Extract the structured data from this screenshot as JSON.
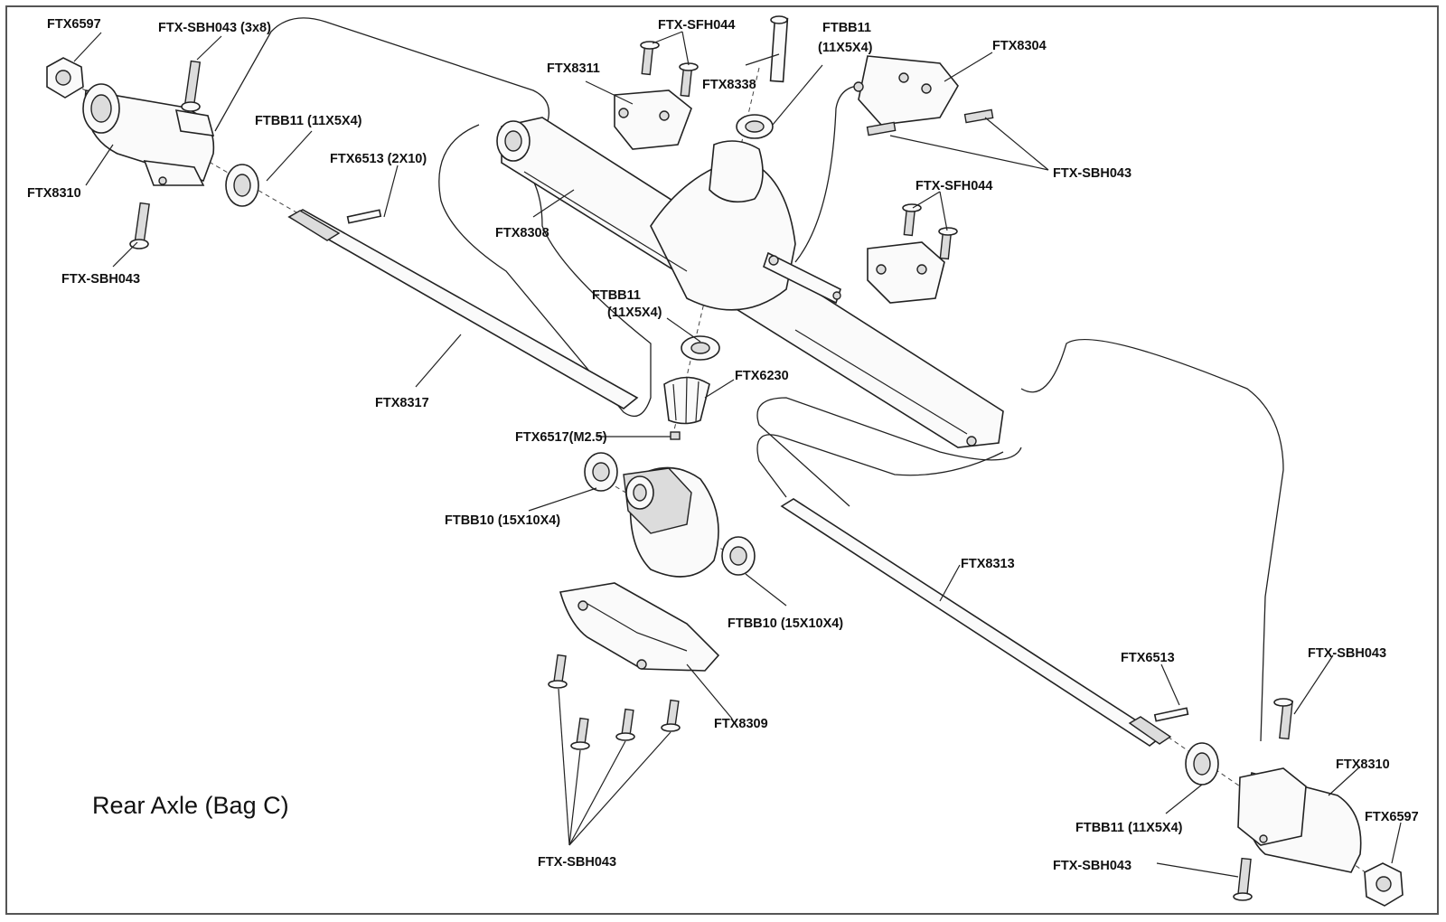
{
  "title": "Rear Axle (Bag C)",
  "colors": {
    "line": "#222222",
    "background": "#ffffff"
  },
  "labels": {
    "ftx6597_top": "FTX6597",
    "ftx_sbh043_3x8": "FTX-SBH043 (3x8)",
    "ftx8310_top": "FTX8310",
    "ftx_sbh043_left": "FTX-SBH043",
    "ftbb11_left": "FTBB11 (11X5X4)",
    "ftx6513_2x10": "FTX6513 (2X10)",
    "ftx8317": "FTX8317",
    "ftx8311": "FTX8311",
    "ftx_sfh044_top": "FTX-SFH044",
    "ftx8338": "FTX8338",
    "ftbb11_top_a": "FTBB11",
    "ftbb11_top_b": "(11X5X4)",
    "ftx8304": "FTX8304",
    "ftx_sbh043_right_top": "FTX-SBH043",
    "ftx_sfh044_right": "FTX-SFH044",
    "ftx8308": "FTX8308",
    "ftbb11_mid_a": "FTBB11",
    "ftbb11_mid_b": "(11X5X4)",
    "ftx6230": "FTX6230",
    "ftx6517": "FTX6517(M2.5)",
    "ftbb10_left": "FTBB10 (15X10X4)",
    "ftbb10_right": "FTBB10 (15X10X4)",
    "ftx8313": "FTX8313",
    "ftx8309": "FTX8309",
    "ftx6513": "FTX6513",
    "ftx_sbh043_br": "FTX-SBH043",
    "ftx8310_br": "FTX8310",
    "ftx6597_br": "FTX6597",
    "ftbb11_br": "FTBB11 (11X5X4)",
    "ftx_sbh043_bottom_right": "FTX-SBH043",
    "ftx_sbh043_bottom": "FTX-SBH043"
  }
}
